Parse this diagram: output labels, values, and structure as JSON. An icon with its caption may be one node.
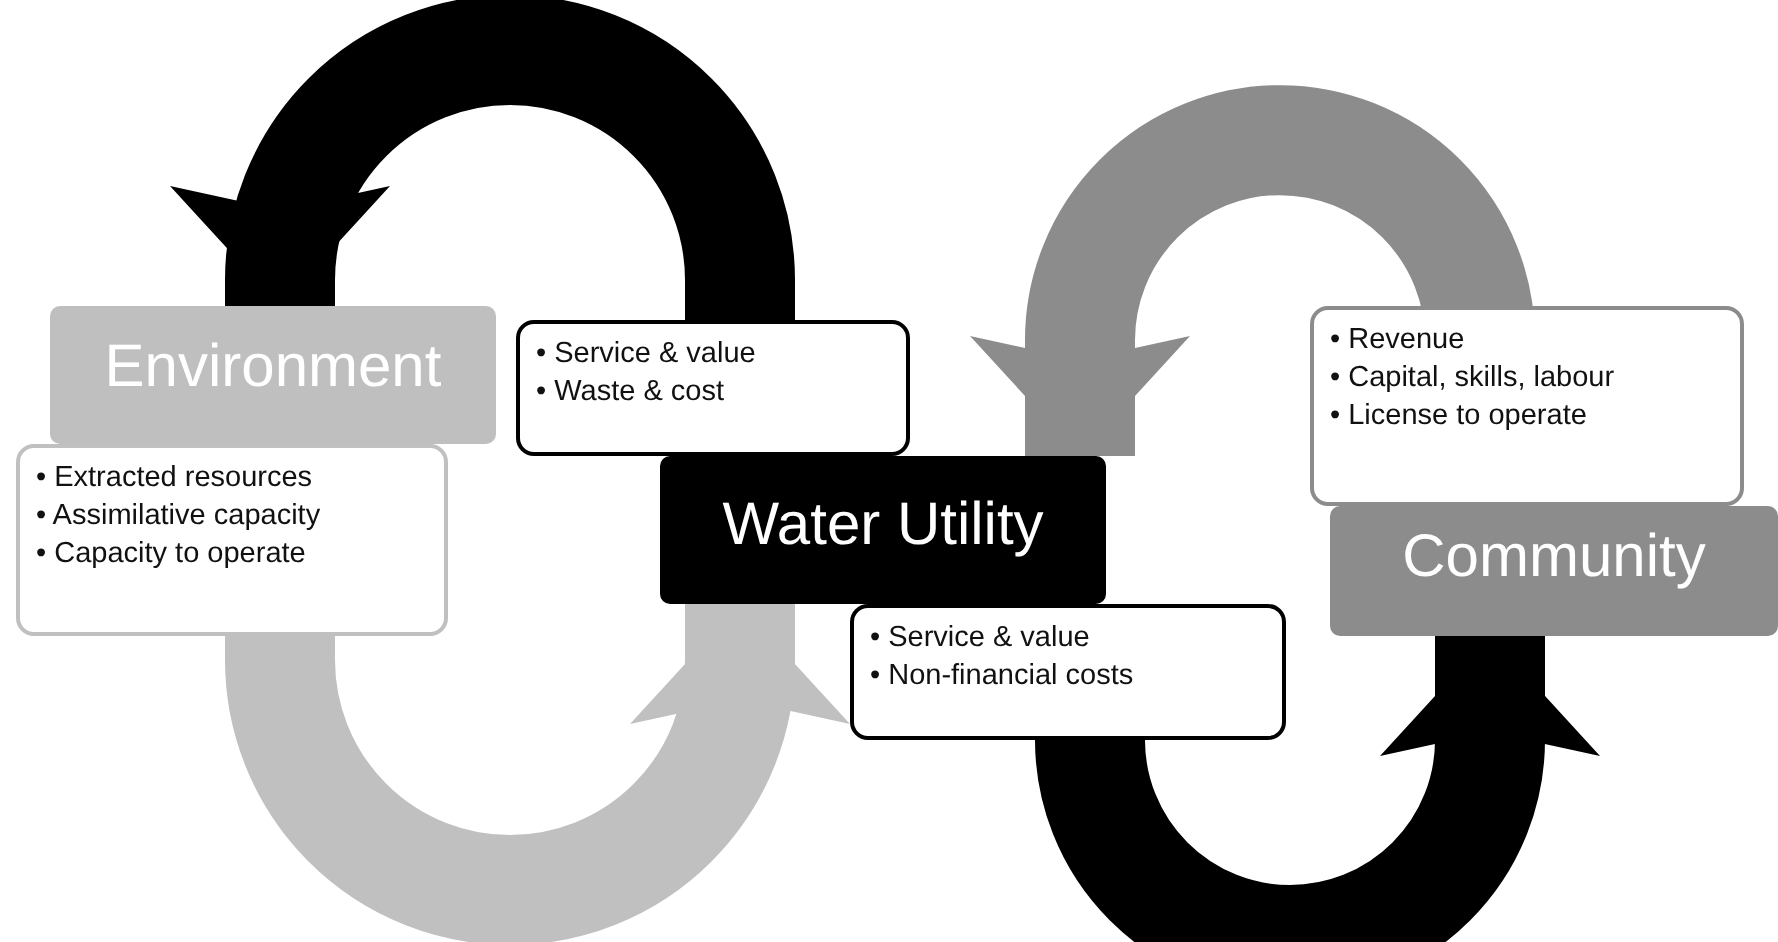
{
  "diagram": {
    "nodes": [
      {
        "text": [
          "Environment"
        ]
      },
      {
        "text": [
          "• Extracted resources",
          "• Assimilative capacity",
          "• Capacity to operate"
        ]
      },
      {
        "text": [
          "• Service & value",
          "• Waste & cost"
        ]
      },
      {
        "text": [
          "Water Utility"
        ]
      },
      {
        "text": [
          "• Service & value",
          "• Non-financial costs"
        ]
      },
      {
        "text": [
          "• Revenue",
          "• Capital, skills, labour",
          "• License to operate"
        ]
      },
      {
        "text": [
          "Community"
        ]
      }
    ],
    "edges": [
      {
        "from": 2,
        "to": 0,
        "arrow": "to",
        "color": "#000000"
      },
      {
        "from": 1,
        "to": 3,
        "arrow": "to",
        "color": "#c0c0c0"
      },
      {
        "from": 5,
        "to": 3,
        "arrow": "to",
        "color": "#8c8c8c"
      },
      {
        "from": 4,
        "to": 6,
        "arrow": "to",
        "color": "#000000"
      }
    ]
  }
}
